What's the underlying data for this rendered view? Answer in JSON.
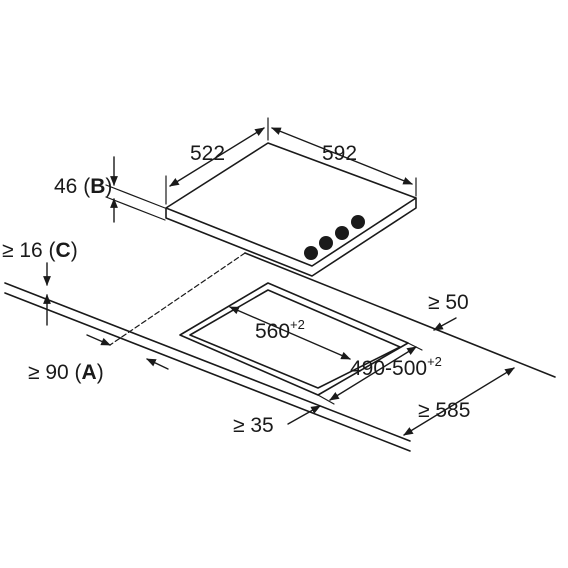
{
  "diagram": {
    "hob": {
      "width_label": "592",
      "depth_label": "522",
      "height_label": "46",
      "height_ref": "B"
    },
    "cutout": {
      "width_label": "560",
      "width_tolerance": "+2",
      "depth_label": "490-500",
      "depth_tolerance": "+2"
    },
    "worktop": {
      "thickness_label": "≥ 16",
      "thickness_ref": "C",
      "front_clearance_label": "≥ 90",
      "front_clearance_ref": "A",
      "rear_clearance_label": "≥ 50",
      "side_clearance_label": "≥ 35",
      "min_depth_label": "≥ 585"
    }
  }
}
